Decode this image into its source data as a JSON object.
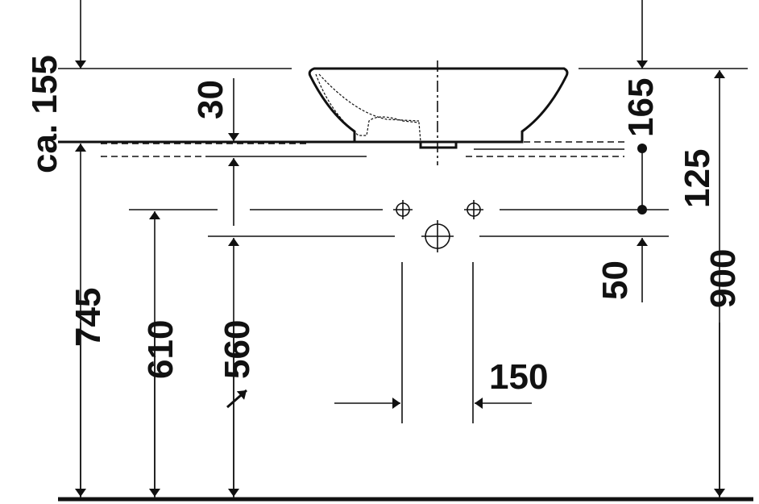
{
  "drawing": {
    "dimensions": {
      "basin_height": "ca. 155",
      "counter_height": "745",
      "supply_height": "610",
      "waste_height": "560",
      "waste_offset": "30",
      "top_height": "165",
      "supply_spacing_vertical": "125",
      "waste_below_supply": "50",
      "total_height": "900",
      "supply_spacing_horizontal": "150"
    },
    "line_color": "#111111"
  }
}
